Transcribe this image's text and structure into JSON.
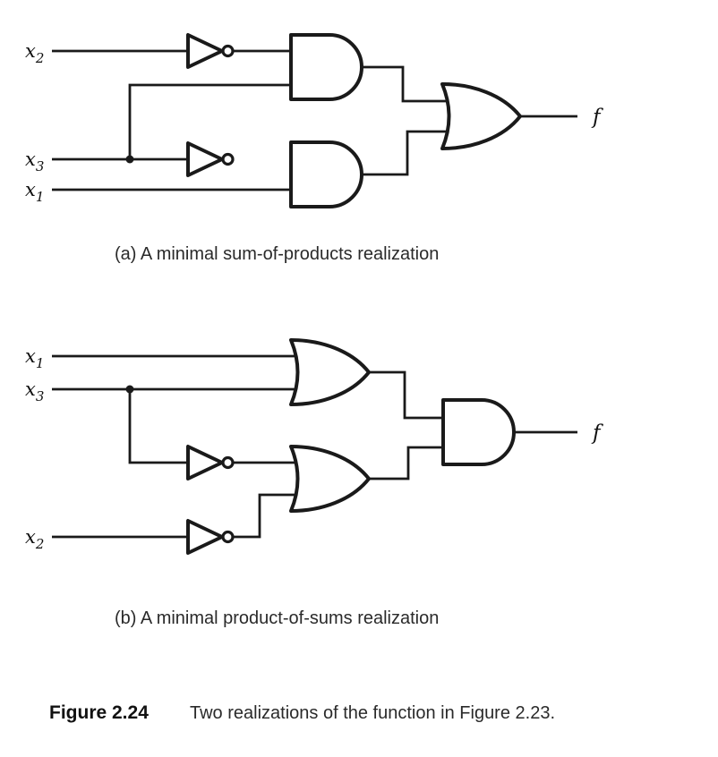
{
  "page": {
    "background_color": "#ffffff",
    "line_color": "#1a1a1a",
    "text_color": "#2a2a2a"
  },
  "circuit_a": {
    "caption": "(a) A minimal sum-of-products realization",
    "input_top": {
      "base": "x",
      "sub": "2"
    },
    "input_mid": {
      "base": "x",
      "sub": "3"
    },
    "input_bottom": {
      "base": "x",
      "sub": "1"
    },
    "output": "f"
  },
  "circuit_b": {
    "caption": "(b) A minimal product-of-sums realization",
    "input_top": {
      "base": "x",
      "sub": "1"
    },
    "input_mid": {
      "base": "x",
      "sub": "3"
    },
    "input_bottom": {
      "base": "x",
      "sub": "2"
    },
    "output": "f"
  },
  "figure_caption": {
    "label": "Figure 2.24",
    "text": "Two realizations of the function in Figure 2.23."
  }
}
